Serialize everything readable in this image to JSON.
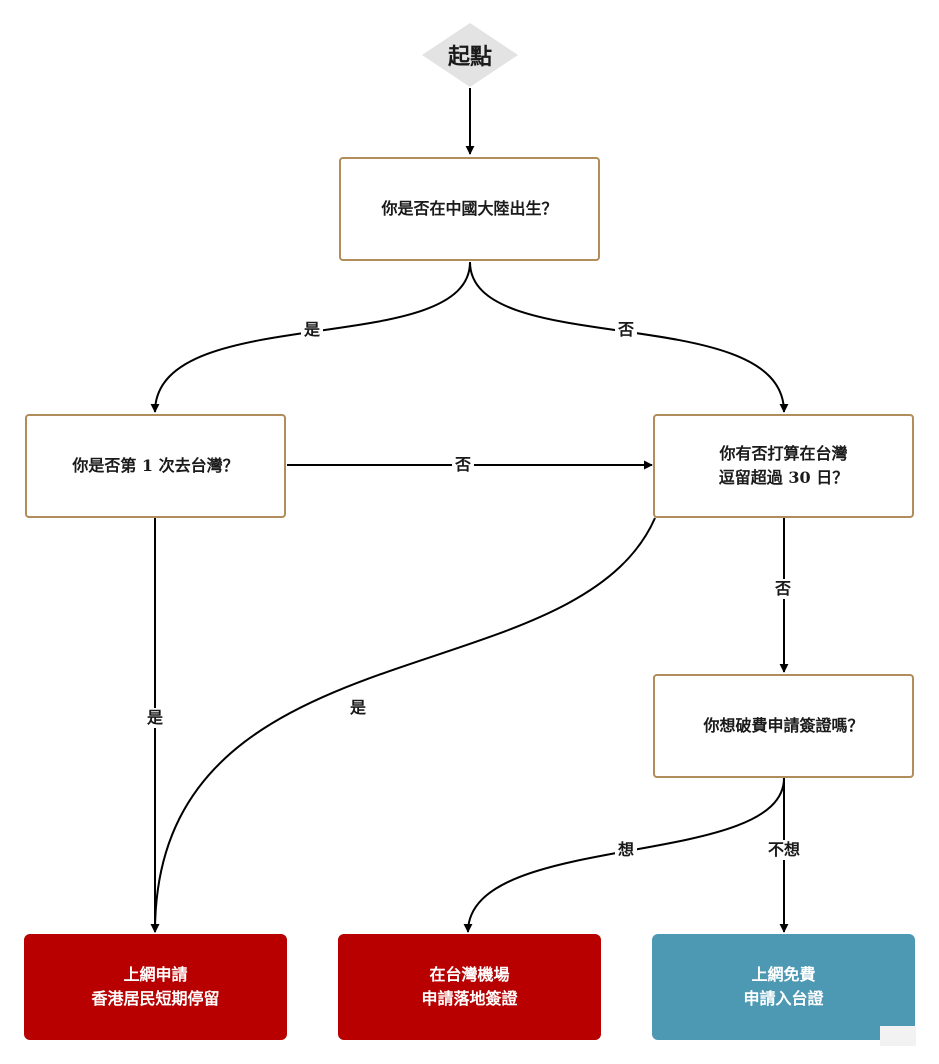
{
  "start_label": "起點",
  "questions": {
    "born_in_mainland": "你是否在中國大陸出生？",
    "first_visit": "你是否第 1 次去台灣？",
    "stay_over_30": "你有否打算在台灣\n逗留超過 30 日？",
    "willing_to_pay": "你想破費申請簽證嗎？"
  },
  "outcomes": {
    "online_short_stay": "上網申請\n香港居民短期停留",
    "airport_landing_visa": "在台灣機場\n申請落地簽證",
    "online_free_entry": "上網免費\n申請入台證"
  },
  "edge_labels": {
    "born_yes": "是",
    "born_no": "否",
    "first_visit_no": "否",
    "first_visit_yes": "是",
    "stay_yes": "是",
    "stay_no": "否",
    "pay_want": "想",
    "pay_dont_want": "不想"
  },
  "colors": {
    "question_border": "#b08d5a",
    "outcome_red": "#b80000",
    "outcome_teal": "#4d99b3",
    "start_fill": "#e3e3e3",
    "edge": "#000000"
  }
}
